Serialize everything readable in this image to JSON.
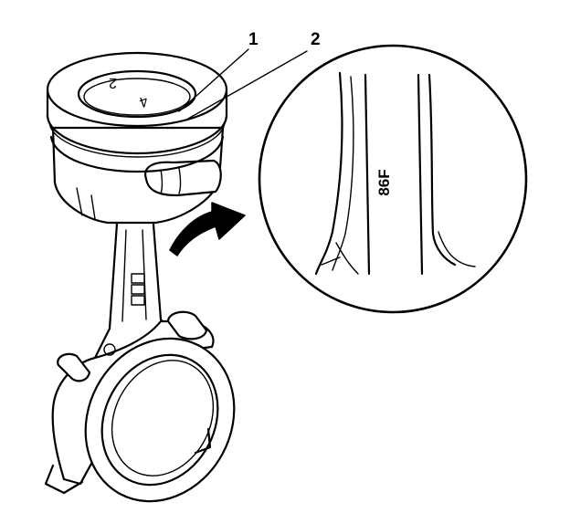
{
  "callouts": {
    "one": "1",
    "two": "2"
  },
  "crown_marks": {
    "left": "2",
    "right": "4"
  },
  "detail": {
    "stamp_text": "86F"
  },
  "icons": {
    "arrow": "curved-arrow-icon"
  }
}
